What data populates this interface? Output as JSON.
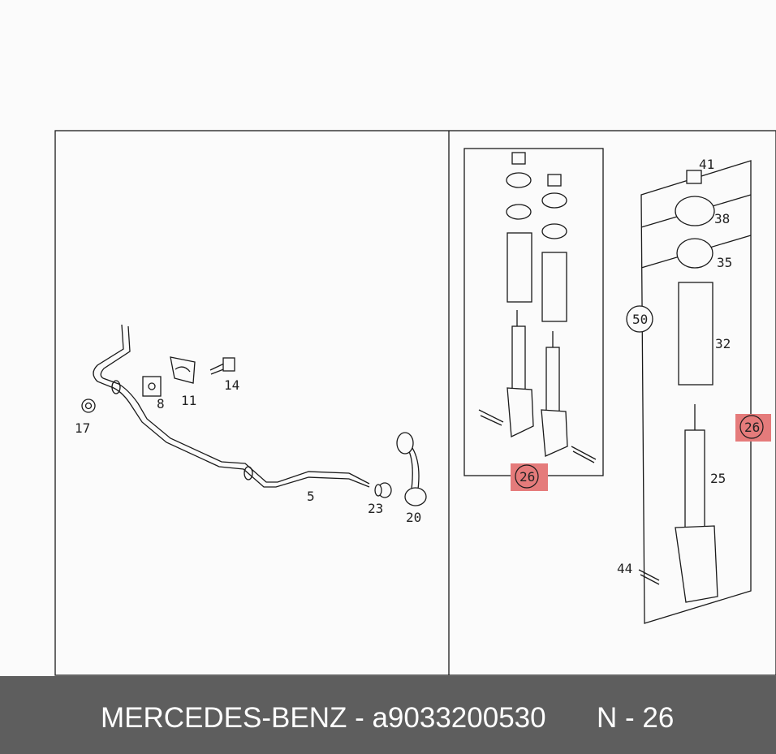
{
  "footer": {
    "text": "MERCEDES-BENZ - a9033200530",
    "page": "N - 26"
  },
  "labels": {
    "p5": "5",
    "p8": "8",
    "p11": "11",
    "p14": "14",
    "p17": "17",
    "p20": "20",
    "p23": "23",
    "p25": "25",
    "p32": "32",
    "p35": "35",
    "p38": "38",
    "p41": "41",
    "p44": "44",
    "p50": "50"
  },
  "references": {
    "ref_a": "26",
    "ref_b": "26"
  },
  "colors": {
    "highlight": "#e57b7b",
    "line": "#1a1a1a",
    "footer_bg": "#5e5e5e"
  }
}
